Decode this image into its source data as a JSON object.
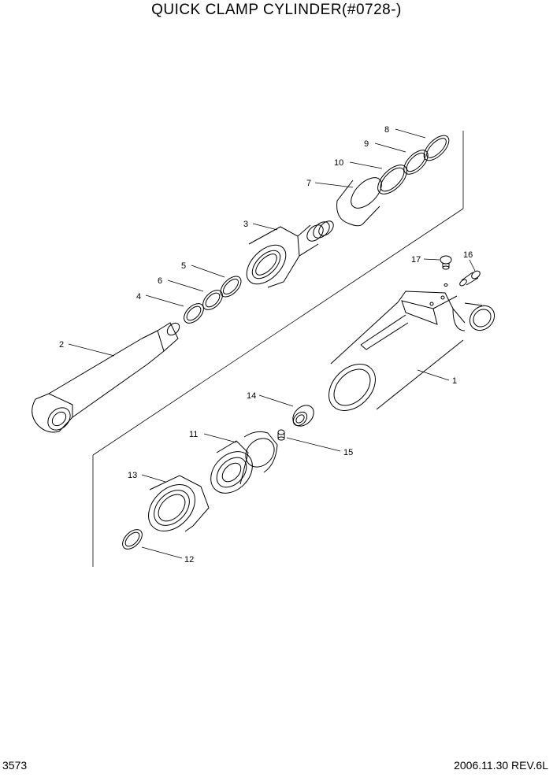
{
  "title": "QUICK CLAMP CYLINDER(#0728-)",
  "page_number": "3573",
  "revision": "2006.11.30  REV.6L",
  "line_color": "#000000",
  "callouts": [
    {
      "id": "1",
      "label": "1"
    },
    {
      "id": "2",
      "label": "2"
    },
    {
      "id": "3",
      "label": "3"
    },
    {
      "id": "4",
      "label": "4"
    },
    {
      "id": "5",
      "label": "5"
    },
    {
      "id": "6",
      "label": "6"
    },
    {
      "id": "7",
      "label": "7"
    },
    {
      "id": "8",
      "label": "8"
    },
    {
      "id": "9",
      "label": "9"
    },
    {
      "id": "10",
      "label": "10"
    },
    {
      "id": "11",
      "label": "11"
    },
    {
      "id": "12",
      "label": "12"
    },
    {
      "id": "13",
      "label": "13"
    },
    {
      "id": "14",
      "label": "14"
    },
    {
      "id": "15",
      "label": "15"
    },
    {
      "id": "16",
      "label": "16"
    },
    {
      "id": "17",
      "label": "17"
    }
  ]
}
